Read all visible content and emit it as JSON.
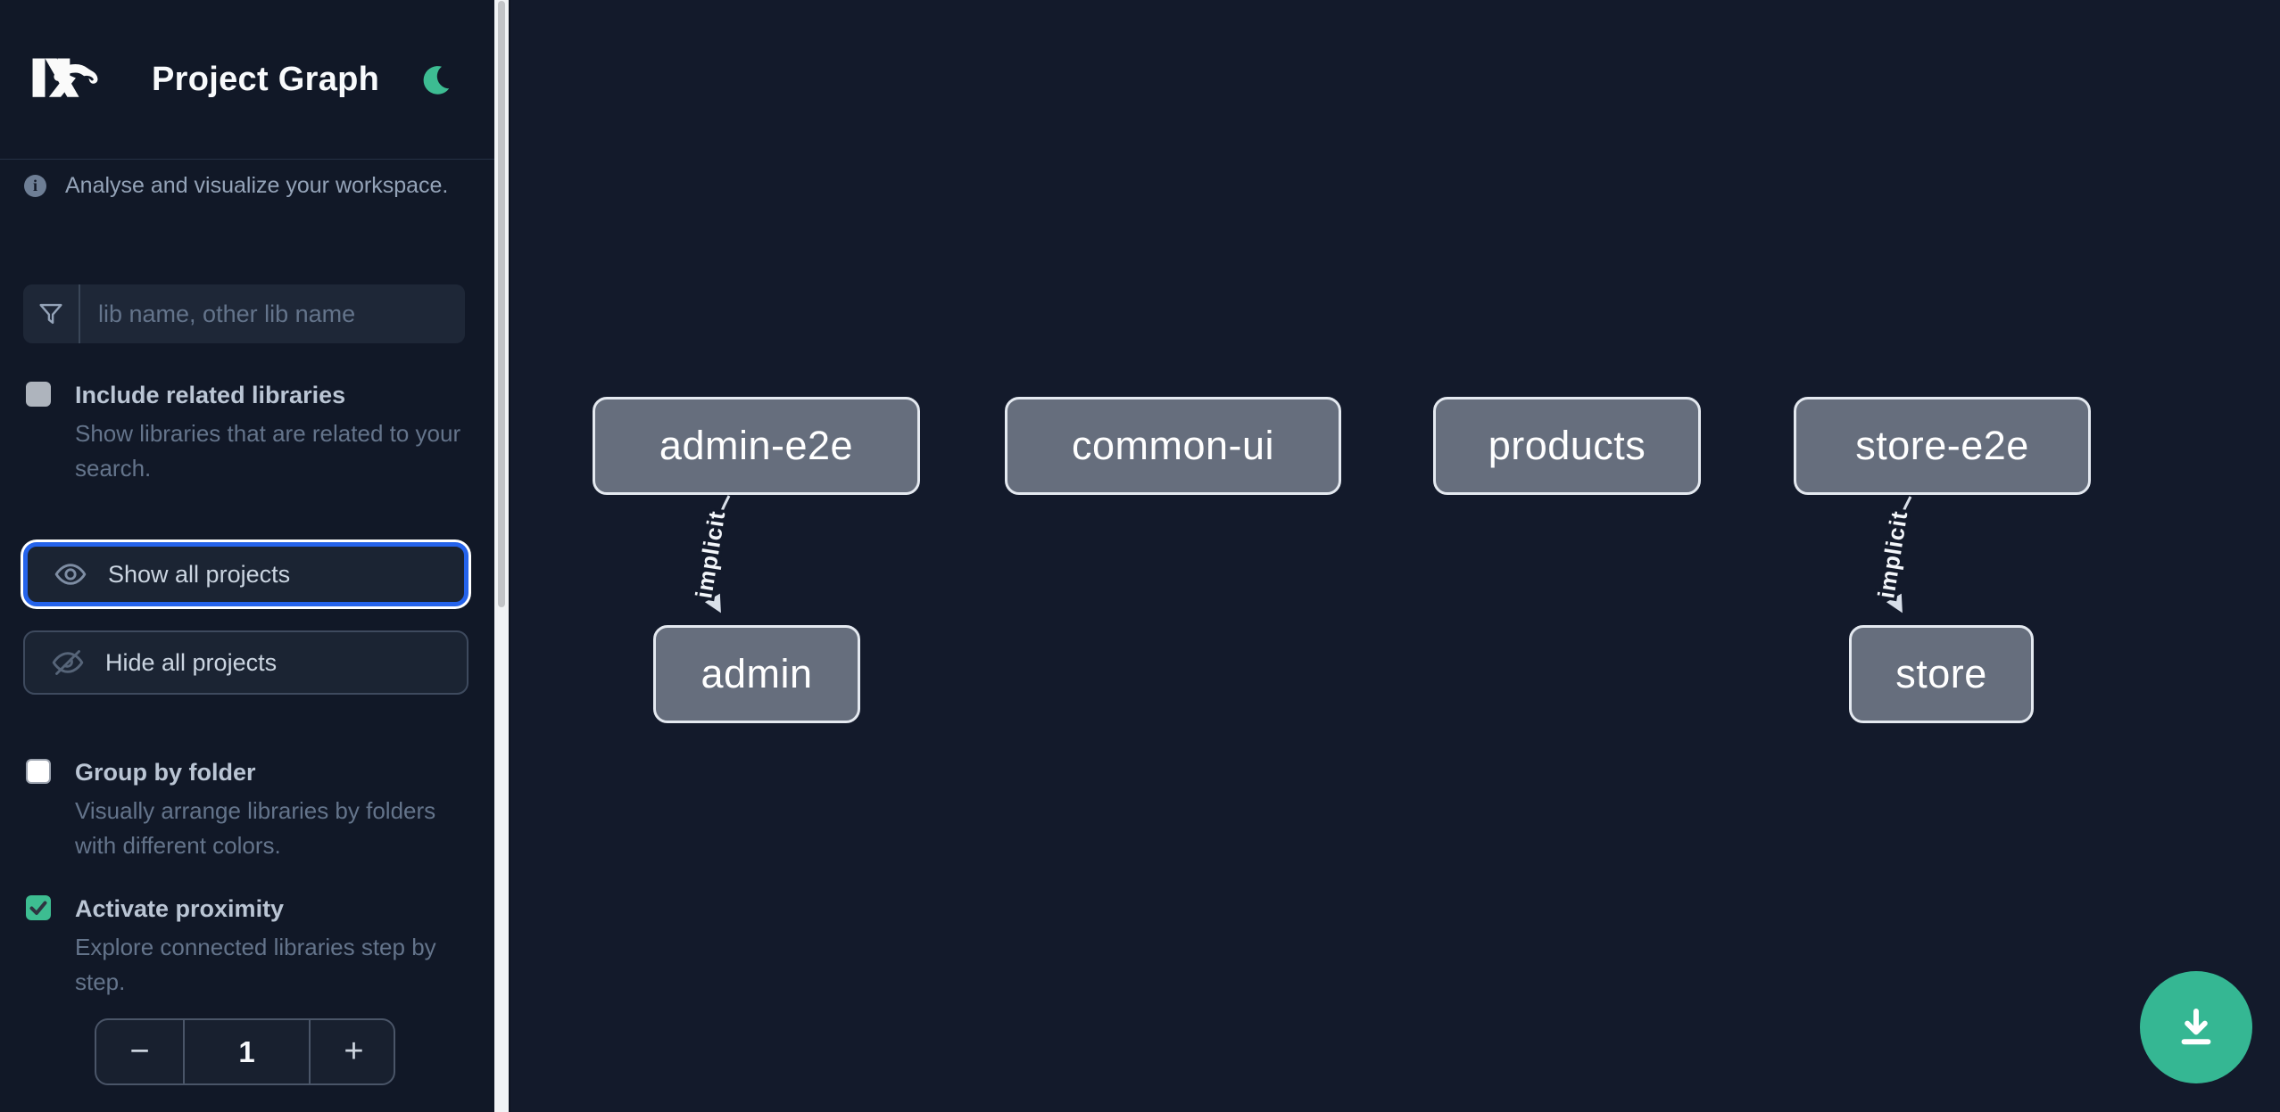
{
  "header": {
    "title": "Project Graph",
    "logo": "nx-logo",
    "theme_toggle_icon": "moon-icon"
  },
  "sidebar": {
    "tagline": "Analyse and visualize your workspace.",
    "tagline_icon": "info-icon",
    "filter_placeholder": "lib name, other lib name",
    "filter_icon": "filter-icon",
    "include_related": {
      "label": "Include related libraries",
      "description": "Show libraries that are related to your search.",
      "checked": false
    },
    "show_all": {
      "label": "Show all projects",
      "icon": "eye-icon",
      "focused": true
    },
    "hide_all": {
      "label": "Hide all projects",
      "icon": "eye-off-icon"
    },
    "group_by_folder": {
      "label": "Group by folder",
      "description": "Visually arrange libraries by folders with different colors.",
      "checked": false
    },
    "activate_proximity": {
      "label": "Activate proximity",
      "description": "Explore connected libraries step by step.",
      "checked": true
    },
    "proximity_stepper": {
      "decrement_label": "−",
      "value": "1",
      "increment_label": "+"
    }
  },
  "graph": {
    "nodes": [
      {
        "label": "admin-e2e"
      },
      {
        "label": "common-ui"
      },
      {
        "label": "products"
      },
      {
        "label": "store-e2e"
      },
      {
        "label": "admin"
      },
      {
        "label": "store"
      }
    ],
    "edges": [
      {
        "from": "admin-e2e",
        "to": "admin",
        "label": "implicit"
      },
      {
        "from": "store-e2e",
        "to": "store",
        "label": "implicit"
      }
    ]
  },
  "fab": {
    "icon": "download-icon"
  },
  "colors": {
    "accent_green": "#35b793",
    "checkbox_green": "#3dbd91",
    "focus_blue": "#2563eb",
    "node_fill": "#666e7d",
    "node_border": "#e4e9f0",
    "edge": "#d8dfe9",
    "sidebar_bg": "#111827",
    "canvas_bg": "#131a2b"
  }
}
